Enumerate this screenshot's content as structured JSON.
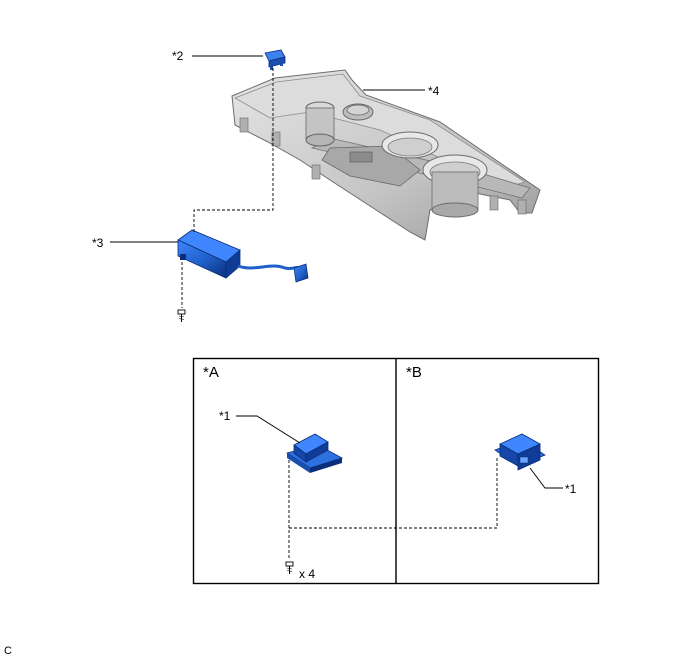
{
  "callouts": {
    "c1": "*1",
    "c2": "*2",
    "c3": "*3",
    "c4": "*4"
  },
  "views": {
    "a": "*A",
    "b": "*B"
  },
  "quantity": "x 4",
  "figure_code": "C",
  "colors": {
    "part_blue": "#1f5fc8",
    "part_dark": "#0b2e7a",
    "console_grey": "#c9c9c9",
    "console_dark": "#8f8f8f"
  }
}
